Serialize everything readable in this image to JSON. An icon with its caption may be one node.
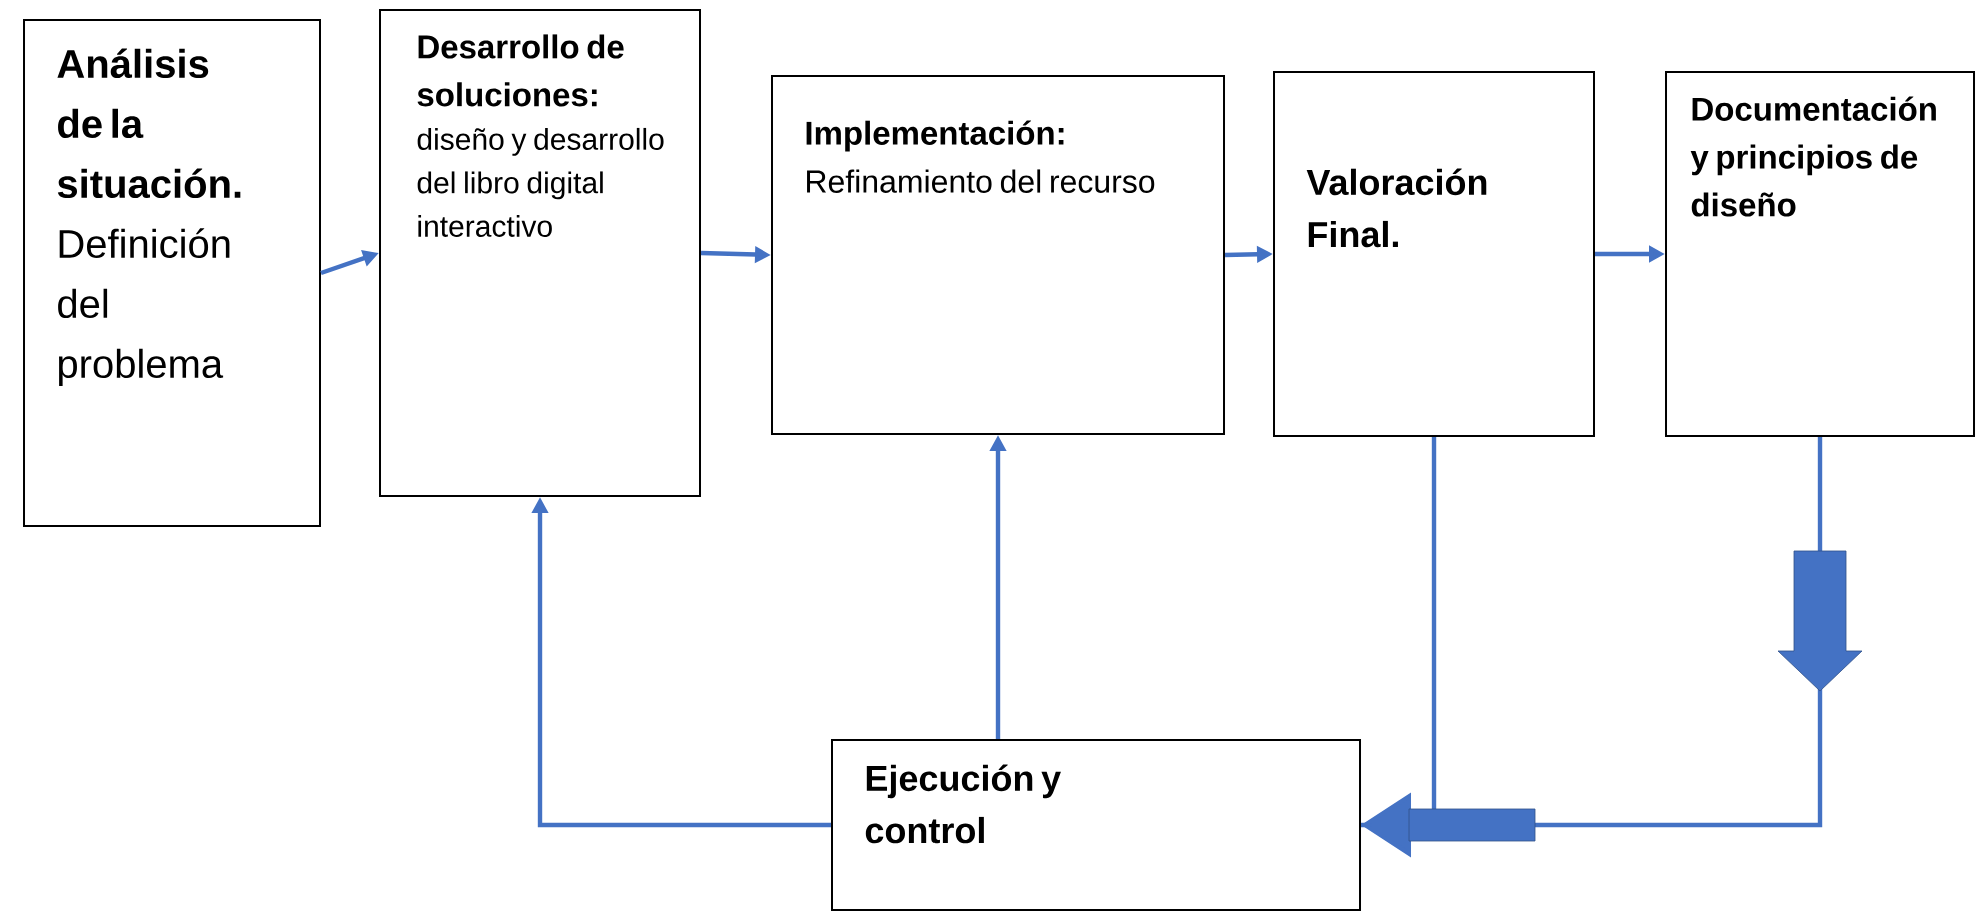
{
  "diagram": {
    "nodes": [
      {
        "text": [
          "Análisis de la situación.",
          "Definición del problema"
        ]
      },
      {
        "text": [
          "Desarrollo de soluciones:",
          "diseño y desarrollo del libro digital interactivo"
        ]
      },
      {
        "text": [
          "Implementación:",
          "Refinamiento del recurso"
        ]
      },
      {
        "text": [
          "Valoración Final."
        ]
      },
      {
        "text": [
          "Documentación y principios de diseño"
        ]
      },
      {
        "text": [
          "Ejecución y control"
        ]
      }
    ],
    "edges": [
      {
        "from": 0,
        "to": 1,
        "arrow": "to"
      },
      {
        "from": 1,
        "to": 2,
        "arrow": "to"
      },
      {
        "from": 2,
        "to": 3,
        "arrow": "to"
      },
      {
        "from": 3,
        "to": 4,
        "arrow": "to"
      },
      {
        "from": 5,
        "to": 1,
        "arrow": "to"
      },
      {
        "from": 5,
        "to": 2,
        "arrow": "to"
      },
      {
        "from": 3,
        "to": 5,
        "arrow": "none"
      },
      {
        "from": 4,
        "to": 5,
        "arrow": "to"
      }
    ]
  }
}
